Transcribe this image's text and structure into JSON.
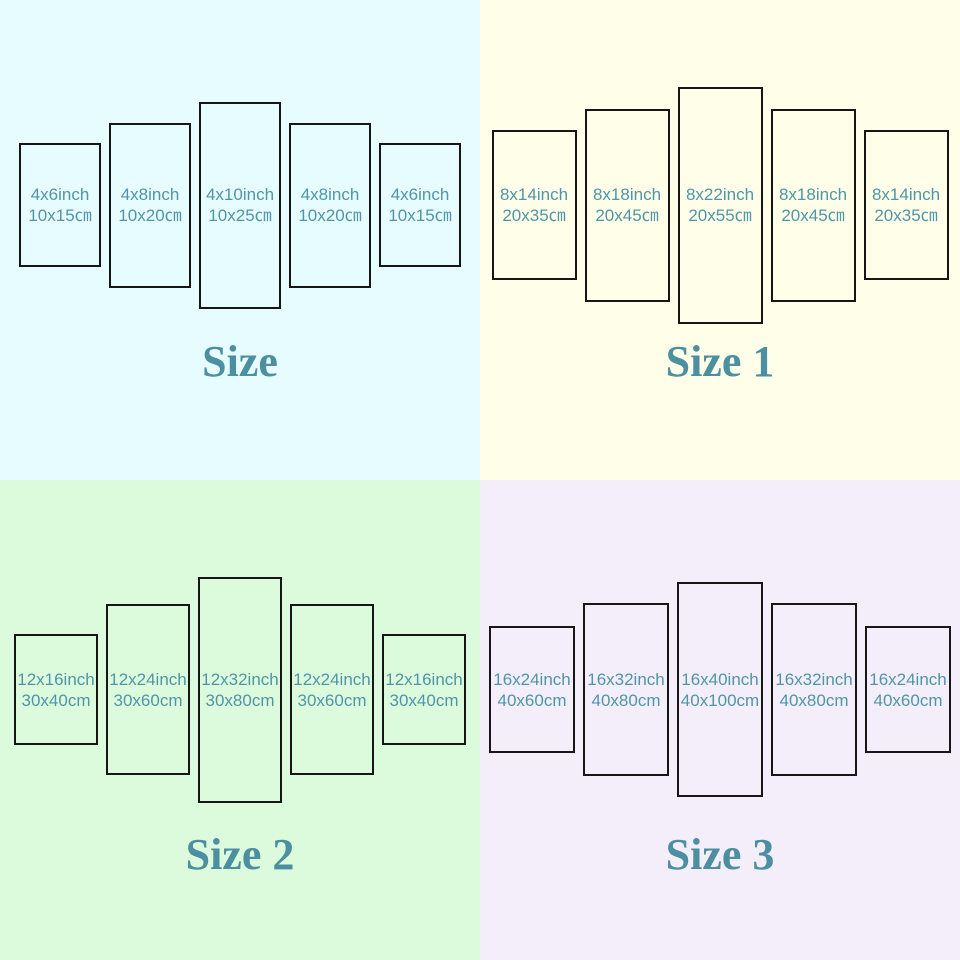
{
  "colors": {
    "quadrant_backgrounds": [
      "#e6fcff",
      "#fffee8",
      "#dcfbdc",
      "#f4eefa"
    ],
    "panel_border": "#161616",
    "panel_label_text": "#5096a8",
    "title_text": "#4b8fa0"
  },
  "quadrants": [
    {
      "title": "Size",
      "panels": [
        {
          "inch": "4x6inch",
          "cm": "10x15㎝"
        },
        {
          "inch": "4x8inch",
          "cm": "10x20㎝"
        },
        {
          "inch": "4x10inch",
          "cm": "10x25㎝"
        },
        {
          "inch": "4x8inch",
          "cm": "10x20㎝"
        },
        {
          "inch": "4x6inch",
          "cm": "10x15㎝"
        }
      ]
    },
    {
      "title": "Size 1",
      "panels": [
        {
          "inch": "8x14inch",
          "cm": "20x35㎝"
        },
        {
          "inch": "8x18inch",
          "cm": "20x45㎝"
        },
        {
          "inch": "8x22inch",
          "cm": "20x55㎝"
        },
        {
          "inch": "8x18inch",
          "cm": "20x45㎝"
        },
        {
          "inch": "8x14inch",
          "cm": "20x35㎝"
        }
      ]
    },
    {
      "title": "Size 2",
      "panels": [
        {
          "inch": "12x16inch",
          "cm": "30x40cm"
        },
        {
          "inch": "12x24inch",
          "cm": "30x60cm"
        },
        {
          "inch": "12x32inch",
          "cm": "30x80cm"
        },
        {
          "inch": "12x24inch",
          "cm": "30x60cm"
        },
        {
          "inch": "12x16inch",
          "cm": "30x40cm"
        }
      ]
    },
    {
      "title": "Size 3",
      "panels": [
        {
          "inch": "16x24inch",
          "cm": "40x60cm"
        },
        {
          "inch": "16x32inch",
          "cm": "40x80cm"
        },
        {
          "inch": "16x40inch",
          "cm": "40x100cm"
        },
        {
          "inch": "16x32inch",
          "cm": "40x80cm"
        },
        {
          "inch": "16x24inch",
          "cm": "40x60cm"
        }
      ]
    }
  ]
}
